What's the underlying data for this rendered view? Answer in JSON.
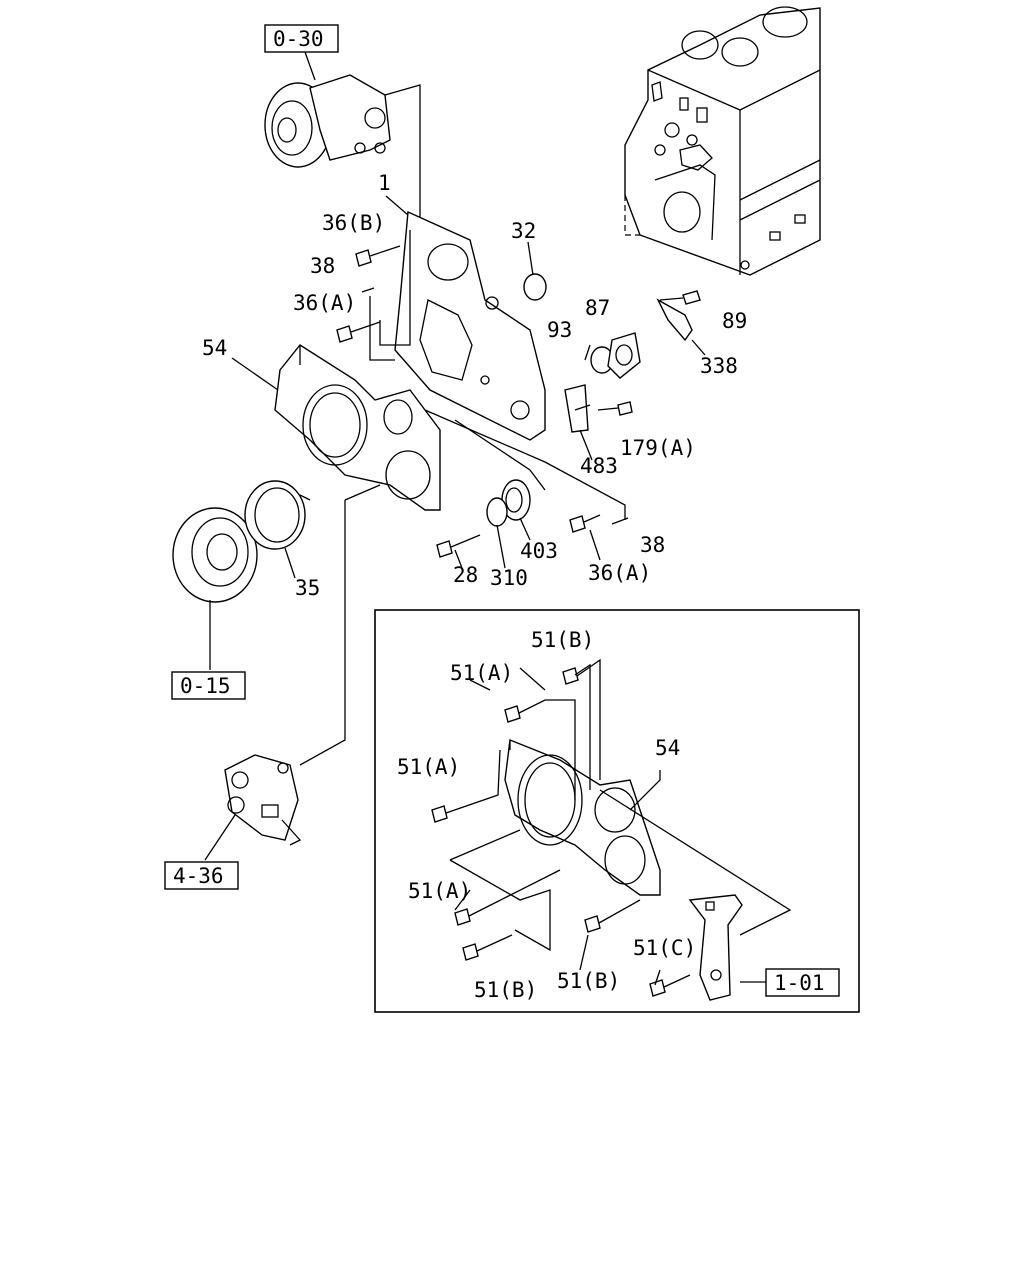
{
  "references": {
    "ref_0_30": "0-30",
    "ref_0_15": "0-15",
    "ref_4_36": "4-36",
    "ref_1_01": "1-01"
  },
  "labels": {
    "p1": "1",
    "p32": "32",
    "p36b": "36(B)",
    "p38_top": "38",
    "p36a_top": "36(A)",
    "p54_main": "54",
    "p87": "87",
    "p89": "89",
    "p93": "93",
    "p338": "338",
    "p179a": "179(A)",
    "p483": "483",
    "p403": "403",
    "p38_low": "38",
    "p28": "28",
    "p310": "310",
    "p36a_low": "36(A)",
    "p35": "35"
  },
  "inset_labels": {
    "p51b_top": "51(B)",
    "p51a_1": "51(A)",
    "p51a_2": "51(A)",
    "p54_inset": "54",
    "p51a_3": "51(A)",
    "p51b_left": "51(B)",
    "p51b_mid": "51(B)",
    "p51c": "51(C)"
  }
}
